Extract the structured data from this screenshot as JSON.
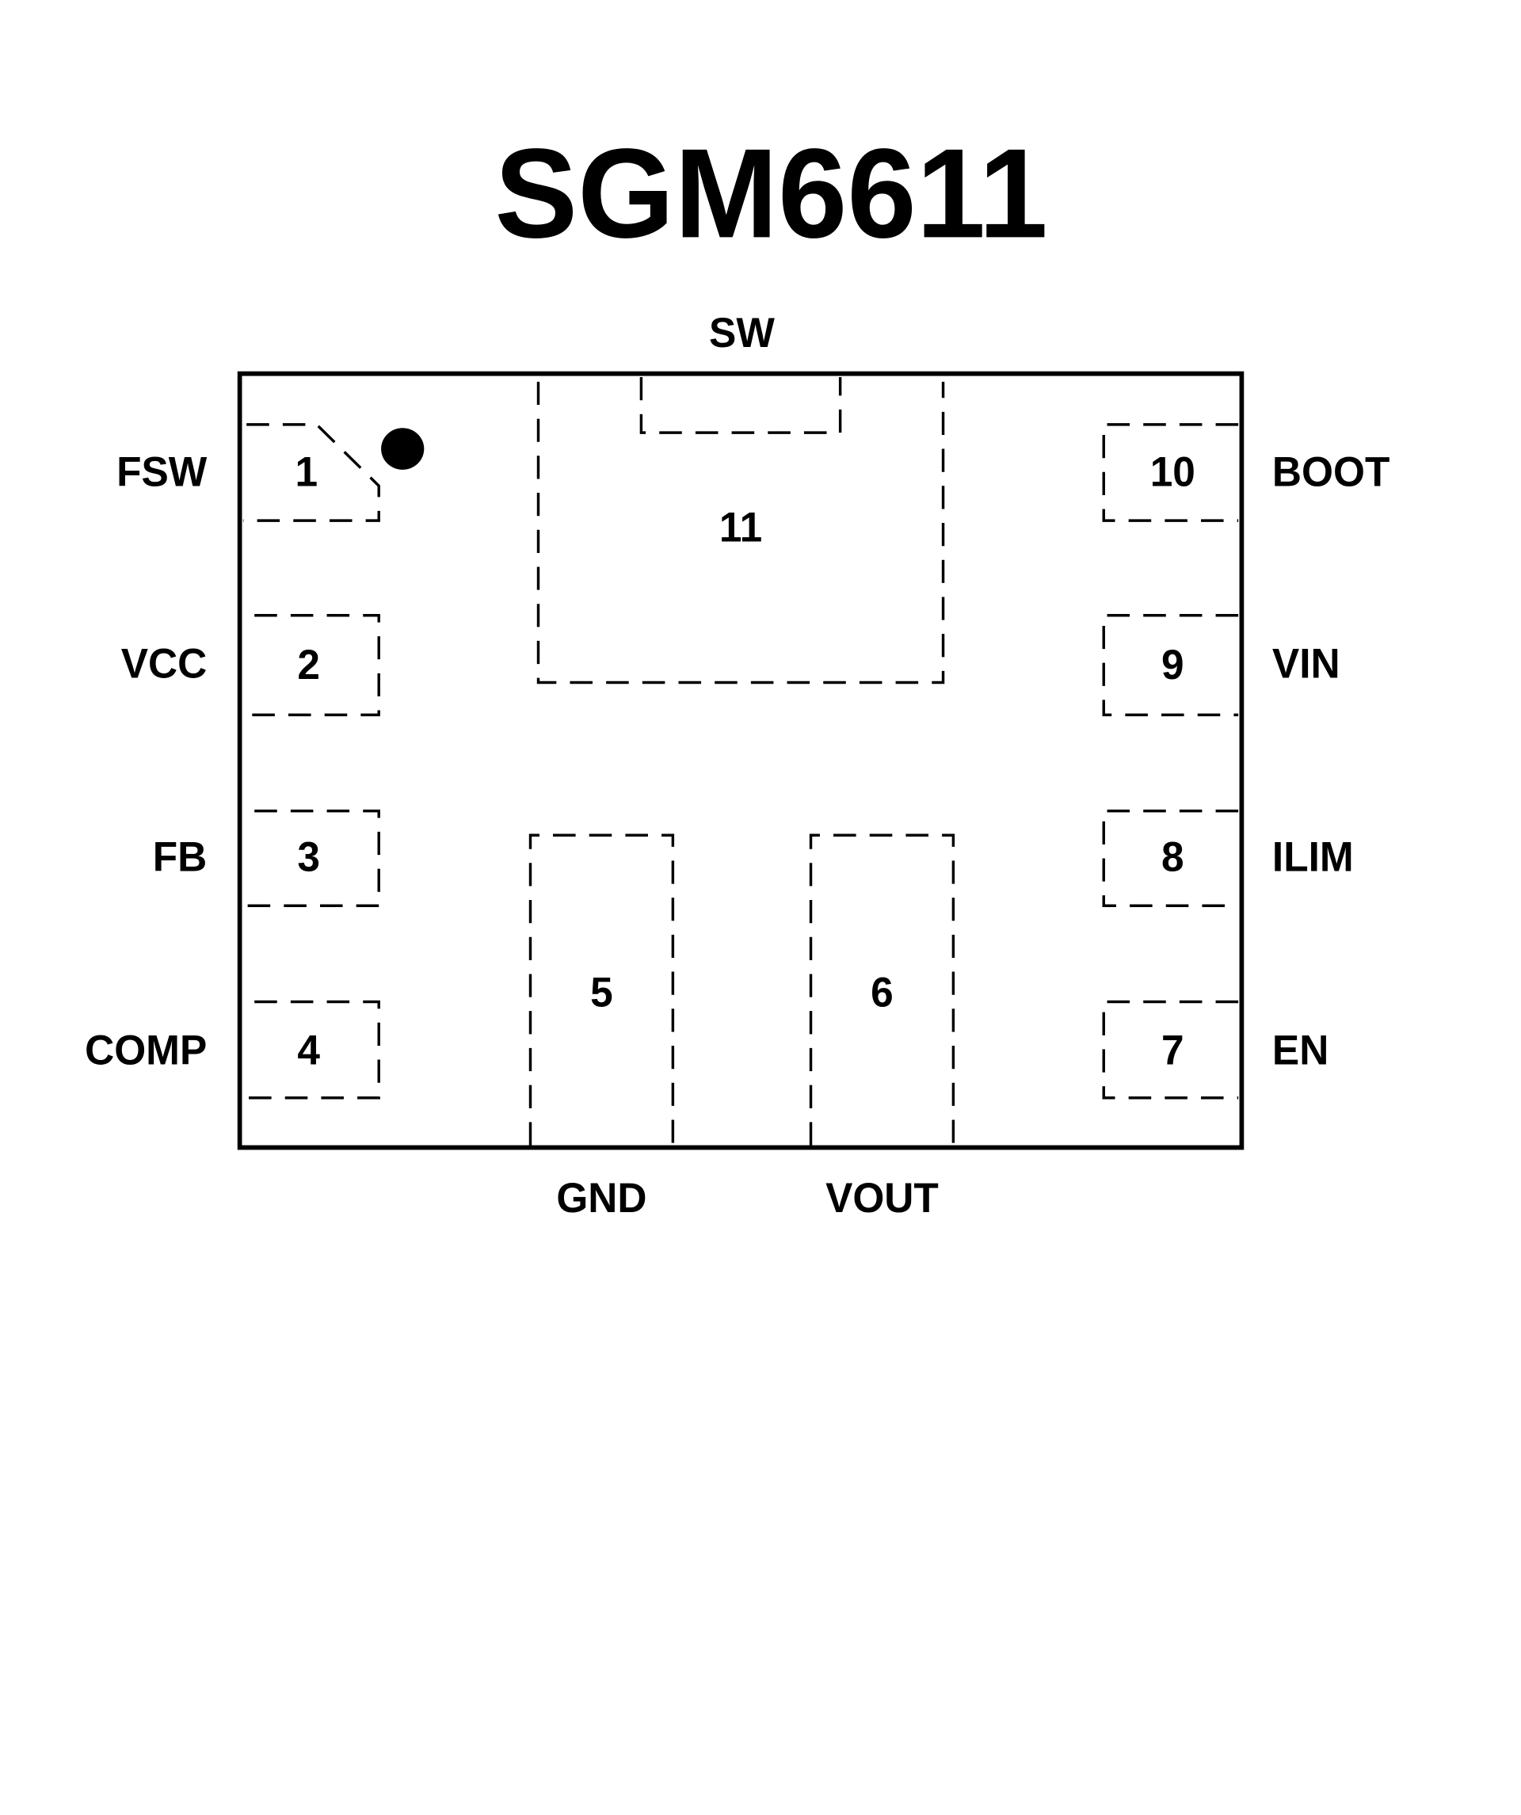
{
  "title": "SGM6611",
  "package_marker": "pin-1-dot",
  "pins_left": [
    {
      "number": "1",
      "name": "FSW"
    },
    {
      "number": "2",
      "name": "VCC"
    },
    {
      "number": "3",
      "name": "FB"
    },
    {
      "number": "4",
      "name": "COMP"
    }
  ],
  "pins_right": [
    {
      "number": "10",
      "name": "BOOT"
    },
    {
      "number": "9",
      "name": "VIN"
    },
    {
      "number": "8",
      "name": "ILIM"
    },
    {
      "number": "7",
      "name": "EN"
    }
  ],
  "pins_bottom": [
    {
      "number": "5",
      "name": "GND"
    },
    {
      "number": "6",
      "name": "VOUT"
    }
  ],
  "pin_top": {
    "number": "11",
    "name": "SW"
  }
}
